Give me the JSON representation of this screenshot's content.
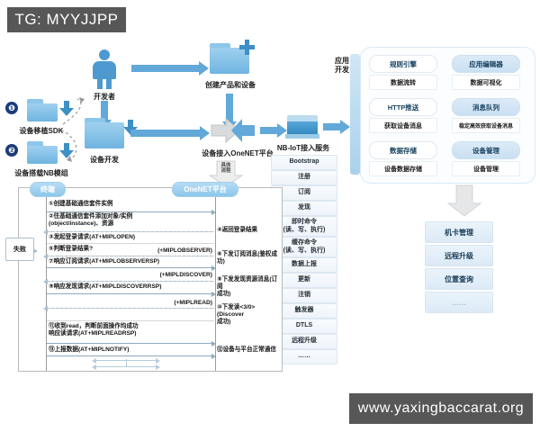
{
  "overlays": {
    "tg_banner": "TG: MYYJJPP",
    "site_banner": "www.yaxingbaccarat.org"
  },
  "flow": {
    "developer": "开发者",
    "create_product": "创建产品和设备",
    "device_dev": "设备开发",
    "device_access": "设备接入OneNET平台",
    "detail_arrow": "具体\n流程",
    "steps": [
      {
        "num": "❶",
        "label": "设备移植SDK"
      },
      {
        "num": "❷",
        "label": "设备搭载NB模组"
      }
    ]
  },
  "nbiot": {
    "title": "NB-IoT接入服务",
    "items": [
      {
        "l1": "Bootstrap",
        "l2": ""
      },
      {
        "l1": "注册",
        "l2": ""
      },
      {
        "l1": "订阅",
        "l2": ""
      },
      {
        "l1": "发现",
        "l2": ""
      },
      {
        "l1": "即时命令",
        "l2": "(读、写、执行)"
      },
      {
        "l1": "缓存命令",
        "l2": "(读、写、执行)"
      },
      {
        "l1": "数据上报",
        "l2": ""
      },
      {
        "l1": "更新",
        "l2": ""
      },
      {
        "l1": "注销",
        "l2": ""
      },
      {
        "l1": "触发器",
        "l2": ""
      },
      {
        "l1": "DTLS",
        "l2": ""
      },
      {
        "l1": "远程升级",
        "l2": ""
      },
      {
        "l1": "……",
        "l2": ""
      }
    ]
  },
  "appdev": {
    "label": "应用\n开发",
    "features": [
      {
        "title": "规则引擎",
        "sub": "数据流转",
        "style": "plain"
      },
      {
        "title": "应用编辑器",
        "sub": "数据可视化",
        "style": "tint"
      },
      {
        "title": "HTTP推送",
        "sub": "获取设备消息",
        "style": "plain"
      },
      {
        "title": "消息队列",
        "sub": "稳定高效获取设备消息",
        "style": "tint"
      },
      {
        "title": "数据存储",
        "sub": "设备数据存储",
        "style": "plain"
      },
      {
        "title": "设备管理",
        "sub": "设备管理",
        "style": "tint"
      }
    ]
  },
  "services": [
    "机卡管理",
    "远程升级",
    "位置查询",
    "……"
  ],
  "sequence": {
    "actor_left": "终端",
    "actor_right": "OneNET平台",
    "fail_label": "失败",
    "left_messages": [
      "①创建基础通信套件实例",
      "②往基础通信套件添加对象/实例\n(object/instance)、资源",
      "③发起登录请求(AT+MIPLOPEN)",
      "⑤判断登录结果?",
      "⑦响应订阅请求(AT+MIPLOBSERVERSP)",
      "⑨响应发现请求(AT+MIPLDISCOVERRSP)",
      "⑪收到read，判断前面操作均成功\n  响应读请求(AT+MIPLREADRSP)",
      "⑬上报数据(AT+MIPLNOTIFY)"
    ],
    "right_messages": [
      "④返回登录结果",
      "⑥下发订阅消息(鉴权成功)",
      "⑧下发发现资源消息(订阅\n成功)",
      "⑩下发读<3/0>(Discover\n成功)",
      "⑫设备与平台正常通信"
    ],
    "at_responses": [
      "(+MIPLOBSERVER)",
      "(+MIPLDISCOVER)",
      "(+MIPLREAD)"
    ]
  },
  "colors": {
    "accent_blue": "#62a8d8",
    "deep_blue": "#3d8fc6",
    "badge_navy": "#1b3c7a",
    "banner_gray": "#575757",
    "panel_border": "#dce8f2"
  }
}
